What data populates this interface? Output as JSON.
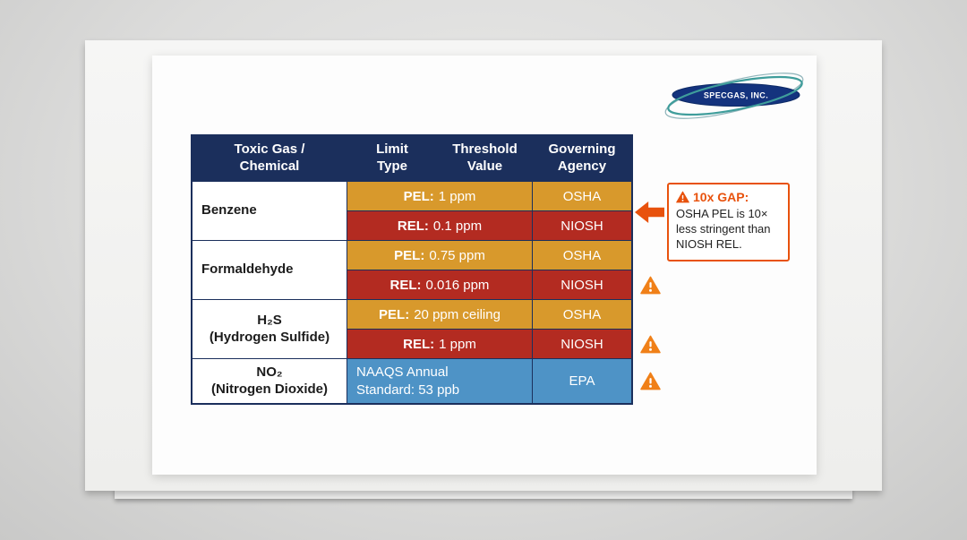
{
  "brand": {
    "name": "SPECGAS, INC."
  },
  "table": {
    "headers": {
      "gas": "Toxic Gas / Chemical",
      "limit_type": "Limit Type",
      "threshold": "Threshold Value",
      "agency": "Governing Agency"
    },
    "rows": [
      {
        "gas": "Benzene",
        "gas_sub": "",
        "pel": {
          "label": "PEL:",
          "value": "1 ppm",
          "agency": "OSHA"
        },
        "rel": {
          "label": "REL:",
          "value": "0.1 ppm",
          "agency": "NIOSH"
        }
      },
      {
        "gas": "Formaldehyde",
        "gas_sub": "",
        "pel": {
          "label": "PEL:",
          "value": "0.75 ppm",
          "agency": "OSHA"
        },
        "rel": {
          "label": "REL:",
          "value": "0.016 ppm",
          "agency": "NIOSH"
        }
      },
      {
        "gas": "H₂S",
        "gas_sub": "(Hydrogen Sulfide)",
        "pel": {
          "label": "PEL:",
          "value": "20 ppm ceiling",
          "agency": "OSHA"
        },
        "rel": {
          "label": "REL:",
          "value": "1 ppm",
          "agency": "NIOSH"
        }
      },
      {
        "gas": "NO₂",
        "gas_sub": "(Nitrogen Dioxide)",
        "naaqs": {
          "value": "NAAQS Annual Standard: 53 ppb",
          "agency": "EPA"
        }
      }
    ]
  },
  "callout": {
    "title": "10x GAP:",
    "body": "OSHA PEL is 10× less stringent than NIOSH REL."
  },
  "colors": {
    "header_navy": "#1B2F5C",
    "osha_gold": "#D8992C",
    "niosh_red": "#B32B21",
    "epa_blue": "#4E93C6",
    "alert_orange": "#E8520D",
    "warning_orange": "#F08018"
  }
}
